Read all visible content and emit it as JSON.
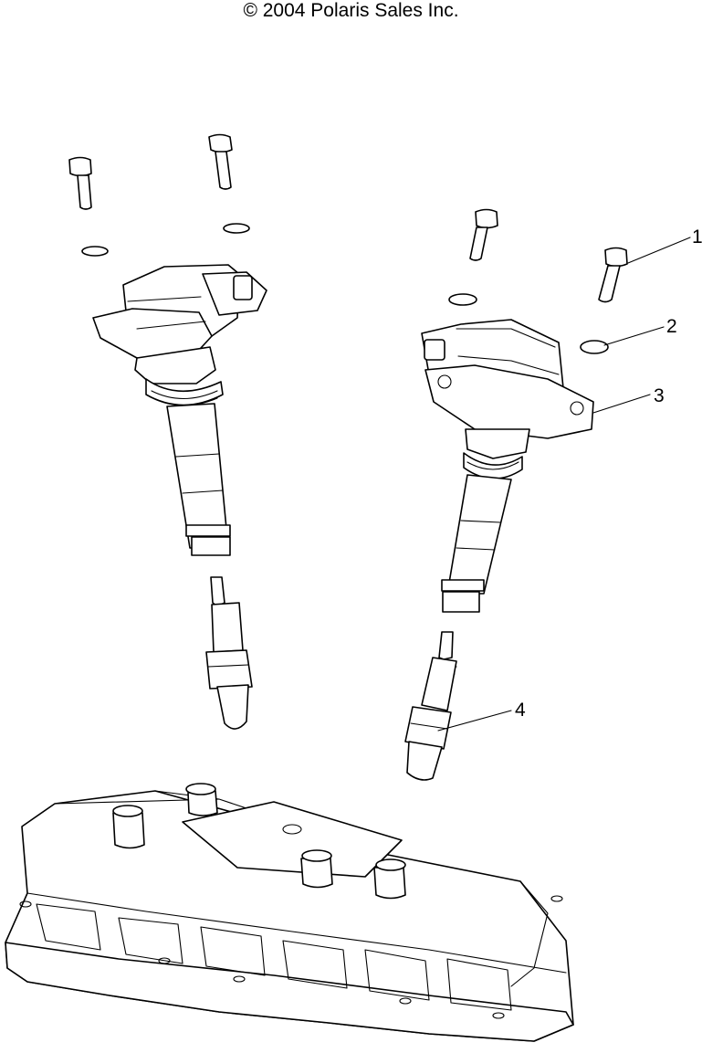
{
  "copyright": "© 2004 Polaris Sales Inc.",
  "callouts": [
    {
      "id": "1",
      "label": "1"
    },
    {
      "id": "2",
      "label": "2"
    },
    {
      "id": "3",
      "label": "3"
    },
    {
      "id": "4",
      "label": "4"
    }
  ]
}
